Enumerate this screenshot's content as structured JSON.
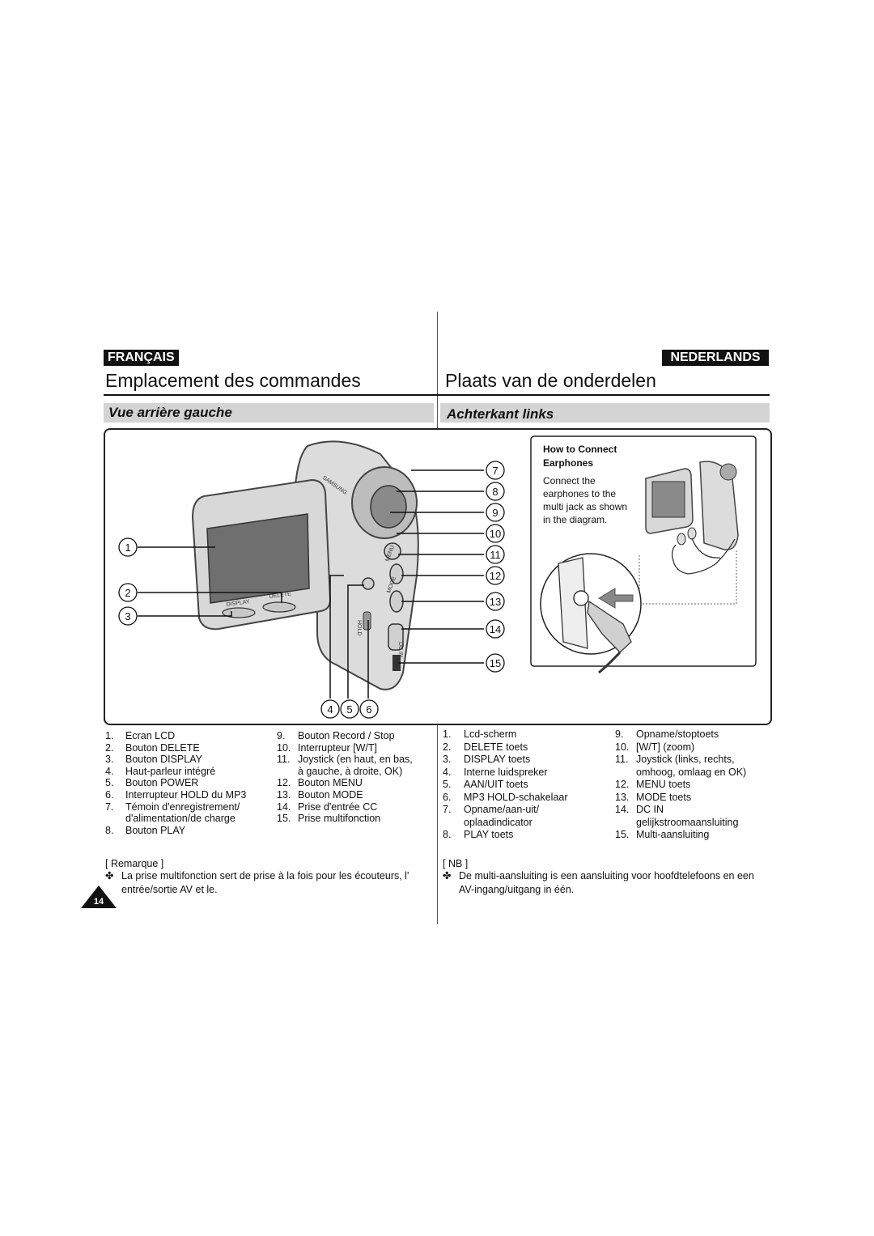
{
  "left": {
    "language": "FRANÇAIS",
    "title": "Emplacement des commandes",
    "subtitle": "Vue arrière gauche",
    "items_col1": [
      {
        "num": "1.",
        "label": "Ecran LCD"
      },
      {
        "num": "2.",
        "label": "Bouton DELETE"
      },
      {
        "num": "3.",
        "label": "Bouton DISPLAY"
      },
      {
        "num": "4.",
        "label": "Haut-parleur intégré"
      },
      {
        "num": "5.",
        "label": "Bouton POWER"
      },
      {
        "num": "6.",
        "label": "Interrupteur HOLD du MP3"
      },
      {
        "num": "7.",
        "label": "Témoin d'enregistrement/"
      },
      {
        "num": "",
        "label": "d'alimentation/de charge"
      },
      {
        "num": "8.",
        "label": "Bouton PLAY"
      }
    ],
    "items_col2": [
      {
        "num": "9.",
        "label": "Bouton Record / Stop"
      },
      {
        "num": "10.",
        "label": "Interrupteur [W/T]"
      },
      {
        "num": "11.",
        "label": "Joystick (en haut, en bas,"
      },
      {
        "num": "",
        "label": "à gauche, à droite, OK)"
      },
      {
        "num": "12.",
        "label": "Bouton MENU"
      },
      {
        "num": "13.",
        "label": "Bouton MODE"
      },
      {
        "num": "14.",
        "label": "Prise d'entrée CC"
      },
      {
        "num": "15.",
        "label": "Prise multifonction"
      }
    ],
    "note_heading": "[ Remarque ]",
    "note_symbol": "✤",
    "note_line1": "La prise multifonction sert de prise à la fois pour les écouteurs, l'",
    "note_line2": "entrée/sortie AV et le.",
    "page_number": "14"
  },
  "right": {
    "language": "NEDERLANDS",
    "title": "Plaats van de onderdelen",
    "subtitle": "Achterkant links",
    "items_col1": [
      {
        "num": "1.",
        "label": "Lcd-scherm"
      },
      {
        "num": "2.",
        "label": "DELETE toets"
      },
      {
        "num": "3.",
        "label": "DISPLAY toets"
      },
      {
        "num": "4.",
        "label": "Interne luidspreker"
      },
      {
        "num": "5.",
        "label": "AAN/UIT toets"
      },
      {
        "num": "6.",
        "label": "MP3 HOLD-schakelaar"
      },
      {
        "num": "7.",
        "label": "Opname/aan-uit/"
      },
      {
        "num": "",
        "label": "oplaadindicator"
      },
      {
        "num": "8.",
        "label": "PLAY toets"
      }
    ],
    "items_col2": [
      {
        "num": "9.",
        "label": "Opname/stoptoets"
      },
      {
        "num": "10.",
        "label": "[W/T] (zoom)"
      },
      {
        "num": "11.",
        "label": "Joystick (links, rechts,"
      },
      {
        "num": "",
        "label": "omhoog, omlaag en OK)"
      },
      {
        "num": "12.",
        "label": "MENU toets"
      },
      {
        "num": "13.",
        "label": "MODE toets"
      },
      {
        "num": "14.",
        "label": "DC IN"
      },
      {
        "num": "",
        "label": "gelijkstroomaansluiting"
      },
      {
        "num": "15.",
        "label": "Multi-aansluiting"
      }
    ],
    "note_heading": "[ NB ]",
    "note_symbol": "✤",
    "note_line1": "De multi-aansluiting is een aansluiting voor hoofdtelefoons en een",
    "note_line2": "AV-ingang/uitgang in één."
  },
  "figure": {
    "callouts": [
      "1",
      "2",
      "3",
      "4",
      "5",
      "6",
      "7",
      "8",
      "9",
      "10",
      "11",
      "12",
      "13",
      "14",
      "15"
    ],
    "device_labels": {
      "display": "DISPLAY",
      "delete": "DELETE",
      "menu": "MENU",
      "mode": "MODE",
      "dcin": "DC IN",
      "hold": "HOLD",
      "brand": "SAMSUNG"
    },
    "inset_heading_1": "How to Connect",
    "inset_heading_2": "Earphones",
    "inset_body": [
      "Connect the",
      "earphones to the",
      "multi jack as shown",
      "in the diagram."
    ]
  }
}
